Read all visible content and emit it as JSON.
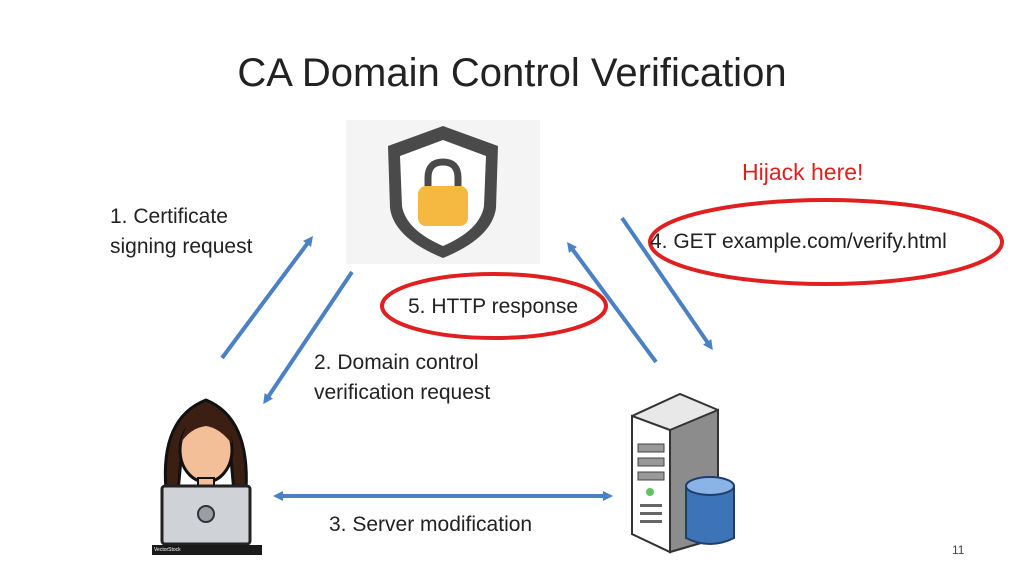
{
  "slide": {
    "title": "CA Domain Control Verification",
    "page_number": "11"
  },
  "steps": {
    "step1_line1": "1. Certificate",
    "step1_line2": "signing request",
    "step2_line1": "2. Domain control",
    "step2_line2": "verification request",
    "step3": "3. Server modification",
    "step4": "4. GET example.com/verify.html",
    "step5": "5. HTTP response"
  },
  "annotation": {
    "hijack": "Hijack here!"
  },
  "watermark": {
    "brand": "VectorStock"
  },
  "icons": {
    "ca": "shield-lock-icon",
    "client": "person-laptop-icon",
    "server": "server-database-icon"
  },
  "colors": {
    "arrow": "#4a80c4",
    "highlight": "#e02020",
    "lock": "#f5b941",
    "shield": "#4a4a4a"
  }
}
